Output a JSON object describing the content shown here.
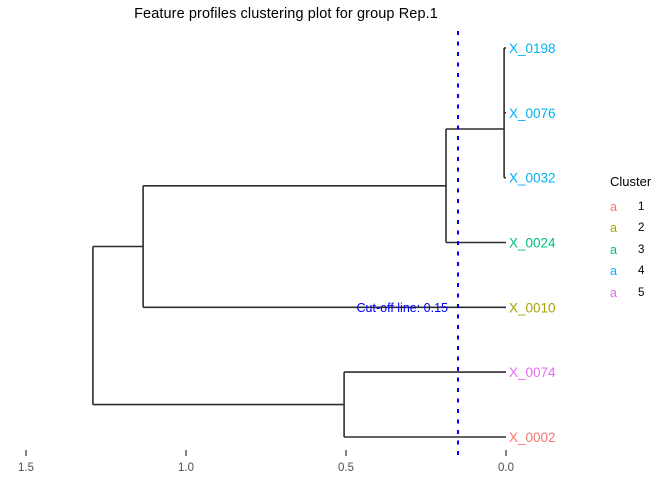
{
  "chart_data": {
    "type": "dendrogram",
    "title": "Feature profiles clustering plot for group Rep.1",
    "orientation": "horizontal, root at left, leaves at right, height axis increasing leftward",
    "line_color": "#2e2e2e",
    "axis": {
      "ticks": [
        "1.5",
        "1.0",
        "0.5",
        "0.0"
      ],
      "range": [
        1.55,
        -0.05
      ],
      "tick_color": "#333333",
      "tick_label_color": "#4d4d4d"
    },
    "leaves": [
      {
        "index": 1,
        "label": "X_0198",
        "cluster": 4,
        "color": "#00B0F6"
      },
      {
        "index": 2,
        "label": "X_0076",
        "cluster": 4,
        "color": "#00B0F6"
      },
      {
        "index": 3,
        "label": "X_0032",
        "cluster": 4,
        "color": "#00B0F6"
      },
      {
        "index": 4,
        "label": "X_0024",
        "cluster": 3,
        "color": "#00BF7D"
      },
      {
        "index": 5,
        "label": "X_0010",
        "cluster": 2,
        "color": "#A3A500"
      },
      {
        "index": 6,
        "label": "X_0074",
        "cluster": 5,
        "color": "#E76BF3"
      },
      {
        "index": 7,
        "label": "X_0002",
        "cluster": 1,
        "color": "#F8766D"
      }
    ],
    "merges": [
      {
        "members": [
          "X_0198",
          "X_0076"
        ],
        "height": 0.006
      },
      {
        "members": [
          "X_0198+X_0076",
          "X_0032"
        ],
        "height": 0.009
      },
      {
        "members": [
          "X_0198+X_0076+X_0032",
          "X_0024"
        ],
        "height": 0.19
      },
      {
        "members": [
          "top-cluster",
          "X_0010"
        ],
        "height": 1.13
      },
      {
        "members": [
          "X_0074",
          "X_0002"
        ],
        "height": 0.5
      },
      {
        "members": [
          "upper-branch",
          "lower-branch"
        ],
        "height": 1.29
      }
    ],
    "segments": [
      {
        "h1": 0.0,
        "i1": 1.0,
        "h2": 0.006,
        "i2": 1.0
      },
      {
        "h1": 0.0,
        "i1": 2.0,
        "h2": 0.006,
        "i2": 2.0
      },
      {
        "h1": 0.0,
        "i1": 3.0,
        "h2": 0.006,
        "i2": 3.0
      },
      {
        "h1": 0.006,
        "i1": 1.0,
        "h2": 0.006,
        "i2": 3.0
      },
      {
        "h1": 0.006,
        "i1": 2.25,
        "h2": 0.1875,
        "i2": 2.25
      },
      {
        "h1": 0.1875,
        "i1": 2.25,
        "h2": 0.1875,
        "i2": 4.0
      },
      {
        "h1": 0.0,
        "i1": 4.0,
        "h2": 0.1875,
        "i2": 4.0
      },
      {
        "h1": 0.1875,
        "i1": 3.125,
        "h2": 1.134,
        "i2": 3.125
      },
      {
        "h1": 1.134,
        "i1": 3.125,
        "h2": 1.134,
        "i2": 5.0
      },
      {
        "h1": 0.0,
        "i1": 5.0,
        "h2": 1.134,
        "i2": 5.0
      },
      {
        "h1": 1.134,
        "i1": 4.0625,
        "h2": 1.291,
        "i2": 4.0625
      },
      {
        "h1": 1.291,
        "i1": 4.0625,
        "h2": 1.291,
        "i2": 6.5
      },
      {
        "h1": 0.506,
        "i1": 6.5,
        "h2": 1.291,
        "i2": 6.5
      },
      {
        "h1": 0.506,
        "i1": 6.0,
        "h2": 0.506,
        "i2": 7.0
      },
      {
        "h1": 0.0,
        "i1": 6.0,
        "h2": 0.506,
        "i2": 6.0
      },
      {
        "h1": 0.0,
        "i1": 7.0,
        "h2": 0.506,
        "i2": 7.0
      }
    ],
    "cutoff": {
      "value": 0.15,
      "label": "Cut-off line: 0.15",
      "color": "#0000FF",
      "label_at_leaf_index": 5
    }
  },
  "legend": {
    "title": "Cluster",
    "key_glyph": "a",
    "items": [
      {
        "key": "a",
        "label": "1",
        "color": "#F8766D"
      },
      {
        "key": "a",
        "label": "2",
        "color": "#A3A500"
      },
      {
        "key": "a",
        "label": "3",
        "color": "#00BF7D"
      },
      {
        "key": "a",
        "label": "4",
        "color": "#00B0F6"
      },
      {
        "key": "a",
        "label": "5",
        "color": "#E76BF3"
      }
    ]
  }
}
